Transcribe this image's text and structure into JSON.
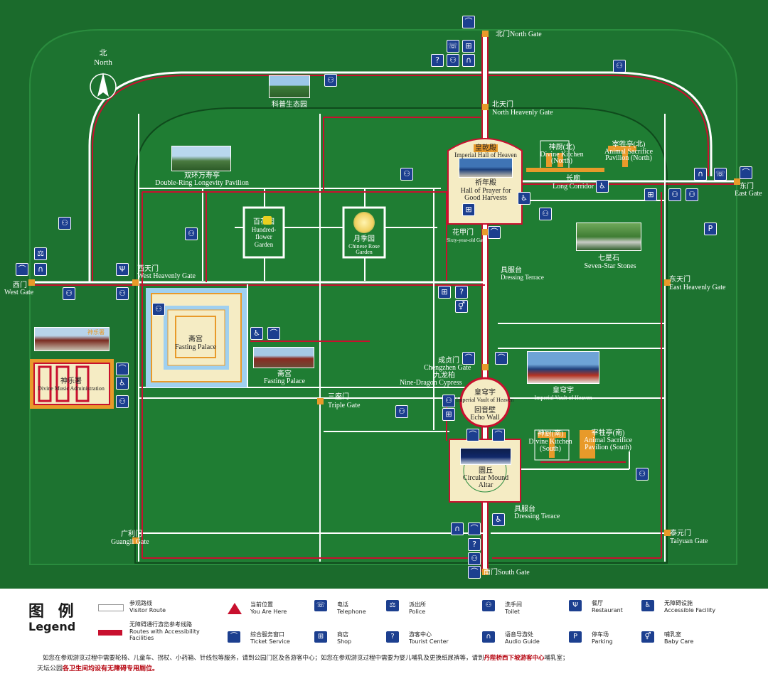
{
  "compass": {
    "cn": "北",
    "en": "North"
  },
  "gates": {
    "north": "北门North Gate",
    "north_heavenly_cn": "北天门",
    "north_heavenly_en": "North Heavenly Gate",
    "west_cn": "西门",
    "west_en": "West Gate",
    "west_heavenly_cn": "西天门",
    "west_heavenly_en": "West Heavenly Gate",
    "east_cn": "东门",
    "east_en": "East Gate",
    "east_heavenly_cn": "东天门",
    "east_heavenly_en": "East Heavenly Gate",
    "south": "南门South Gate",
    "guangli_cn": "广利门",
    "guangli_en": "Guangli Gate",
    "taiyuan_cn": "泰元门",
    "taiyuan_en": "Taiyuan Gate",
    "triple_cn": "三座门",
    "triple_en": "Triple Gate",
    "chengzhen_cn": "成贞门",
    "chengzhen_en": "Chengzhen Gate",
    "sixty_cn": "花甲门",
    "sixty_en": "Sixty-year-old Gate"
  },
  "places": {
    "science_eco_cn": "科普生态园",
    "double_ring_cn": "双环万寿亭",
    "double_ring_en": "Double-Ring Longevity Pavilion",
    "hundred_flower_cn": "百花园",
    "hundred_flower_en1": "Hundred-",
    "hundred_flower_en2": "flower",
    "hundred_flower_en3": "Garden",
    "rose_cn": "月季园",
    "rose_en1": "Chinese Rose",
    "rose_en2": "Garden",
    "qiangong_cn": "皇乾殿",
    "qiangong_en": "Imperial Hall of Heaven",
    "prayer_cn": "祈年殿",
    "prayer_en1": "Hall of Prayer for",
    "prayer_en2": "Good Harvests",
    "kitchen_n_cn": "神厨(北)",
    "kitchen_n_en1": "Divine Kitchen",
    "kitchen_n_en2": "(North)",
    "sacrifice_n_cn": "宰牲亭(北)",
    "sacrifice_n_en1": "Animal Sacrifice",
    "sacrifice_n_en2": "Pavilion (North)",
    "corridor_cn": "长廊",
    "corridor_en": "Long Corridor",
    "seven_star_cn": "七星石",
    "seven_star_en": "Seven-Star Stones",
    "dressing_n_cn": "具服台",
    "dressing_n_en": "Dressing Terrace",
    "fasting_cn": "斋宫",
    "fasting_en": "Fasting Palace",
    "fasting_photo_cn": "斋宫",
    "fasting_photo_en": "Fasting Palace",
    "music_cn": "神乐署",
    "music_en": "Divine Music Administration",
    "music_photo_cn": "神乐署",
    "cypress_cn": "九龙柏",
    "cypress_en": "Nine-Dragon Cypress",
    "vault_cn": "皇穹宇",
    "vault_en": "Imperial Vault of Heaven",
    "vault_photo_cn": "皇穹宇",
    "vault_photo_en": "Imperial Vault of Heaven",
    "echo_cn": "回音壁",
    "echo_en": "Echo Wall",
    "kitchen_s_cn": "神厨(南)",
    "kitchen_s_en1": "Divine Kitchen",
    "kitchen_s_en2": "(South)",
    "sacrifice_s_cn": "宰牲亭(南)",
    "sacrifice_s_en1": "Animal Sacrifice",
    "sacrifice_s_en2": "Pavilion (South)",
    "mound_cn": "圜丘",
    "mound_en1": "Circular Mound",
    "mound_en2": "Altar",
    "dressing_s_cn": "具服台",
    "dressing_s_en": "Dressing Terace"
  },
  "legend": {
    "title_cn": "图 例",
    "title_en": "Legend",
    "visitor_route_cn": "参观路线",
    "visitor_route_en": "Visitor Route",
    "access_route_cn": "无障碍通行游览参考线路",
    "access_route_en": "Routes with Accessibility Facilities",
    "you_are_here_cn": "当前位置",
    "you_are_here_en": "You Are Here",
    "ticket_cn": "综合服务窗口",
    "ticket_en": "Ticket Service",
    "telephone_cn": "电话",
    "telephone_en": "Telephone",
    "shop_cn": "商店",
    "shop_en": "Shop",
    "police_cn": "派出所",
    "police_en": "Police",
    "tourist_cn": "游客中心",
    "tourist_en": "Tourist Center",
    "toilet_cn": "洗手间",
    "toilet_en": "Toilet",
    "audio_cn": "语音导游处",
    "audio_en": "Audio Guide",
    "restaurant_cn": "餐厅",
    "restaurant_en": "Restaurant",
    "parking_cn": "停车场",
    "parking_en": "Parking",
    "accessible_cn": "无障碍设施",
    "accessible_en": "Accessible Facility",
    "baby_cn": "哺乳室",
    "baby_en": "Baby Care",
    "note1_a": "如您在参观游览过程中需要轮椅、儿童车、拐杖、小药箱、针线包等服务，请到公园门区及各游客中心；如您在参观游览过程中需要为婴儿哺乳及更换纸尿裤等，请到",
    "note1_b": "丹陛桥西下坡游客中心",
    "note1_c": "哺乳室；",
    "note2_a": "天坛公园",
    "note2_b": "各卫生间均设有无障碍专用厕位。"
  },
  "colors": {
    "ground": "#1b6b2c",
    "inner": "#1f7d33",
    "route": "#ffffff",
    "access": "#c8102e",
    "icon": "#1c3f8f",
    "gate": "#e89a2a"
  }
}
